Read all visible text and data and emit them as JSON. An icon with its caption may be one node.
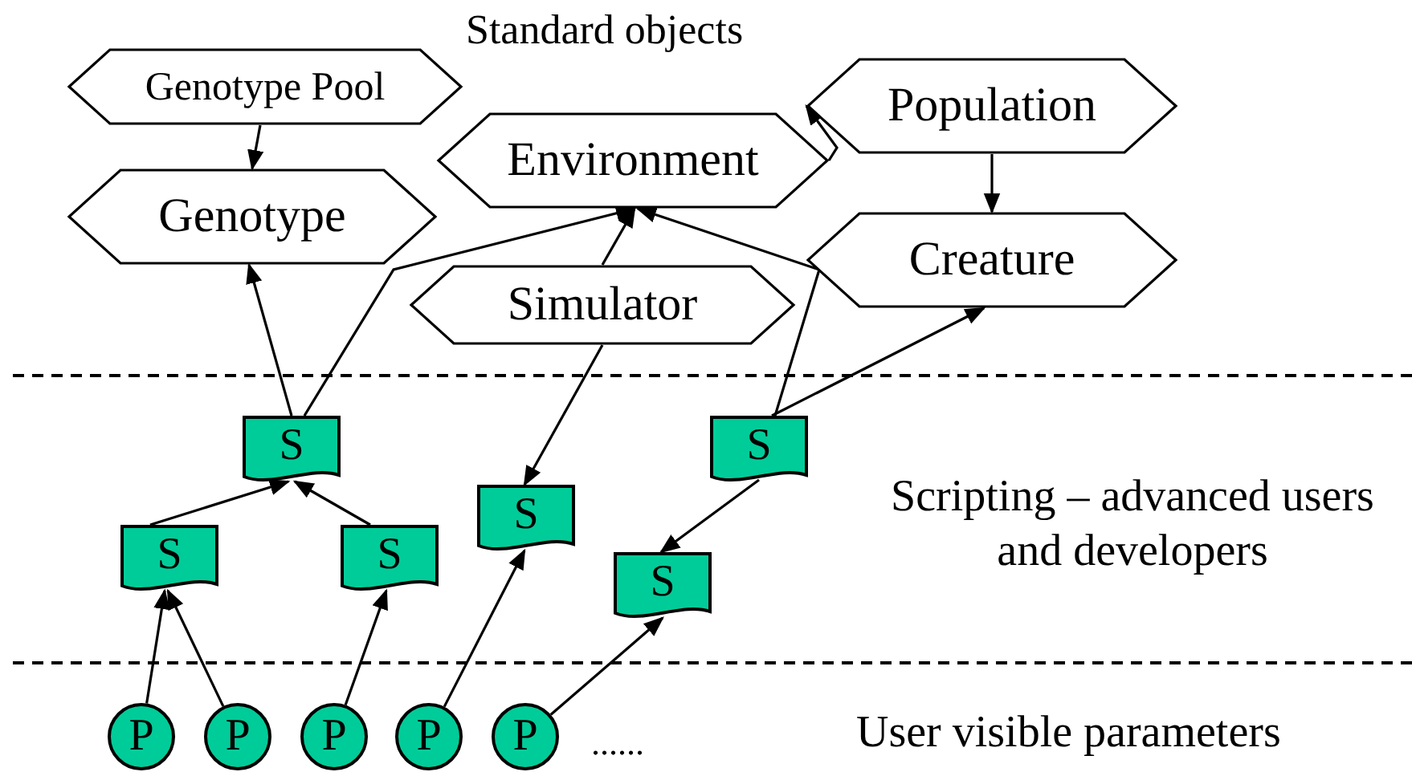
{
  "diagram": {
    "title": "Standard objects",
    "nodes": [
      {
        "text": [
          "Genotype Pool"
        ]
      },
      {
        "text": [
          "Genotype"
        ]
      },
      {
        "text": [
          "Environment"
        ]
      },
      {
        "text": [
          "Population"
        ]
      },
      {
        "text": [
          "Creature"
        ]
      },
      {
        "text": [
          "Simulator"
        ]
      },
      {
        "text": [
          "S"
        ]
      },
      {
        "text": [
          "S"
        ]
      },
      {
        "text": [
          "S"
        ]
      },
      {
        "text": [
          "S"
        ]
      },
      {
        "text": [
          "S"
        ]
      },
      {
        "text": [
          "S"
        ]
      },
      {
        "text": [
          "P"
        ]
      },
      {
        "text": [
          "P"
        ]
      },
      {
        "text": [
          "P"
        ]
      },
      {
        "text": [
          "P"
        ]
      },
      {
        "text": [
          "P"
        ]
      }
    ],
    "edges": [
      {
        "from": 0,
        "to": 1,
        "arrow": "to"
      },
      {
        "from": 6,
        "to": 1,
        "arrow": "to"
      },
      {
        "from": 6,
        "to": 2,
        "arrow": "to"
      },
      {
        "from": 5,
        "to": 2,
        "arrow": "to"
      },
      {
        "from": 5,
        "to": 9,
        "arrow": "to"
      },
      {
        "from": 10,
        "to": 2,
        "arrow": "to"
      },
      {
        "from": 10,
        "to": 4,
        "arrow": "to"
      },
      {
        "from": 10,
        "to": 11,
        "arrow": "to"
      },
      {
        "from": 2,
        "to": 3,
        "arrow": "to"
      },
      {
        "from": 3,
        "to": 4,
        "arrow": "to"
      },
      {
        "from": 7,
        "to": 6,
        "arrow": "to"
      },
      {
        "from": 8,
        "to": 6,
        "arrow": "to"
      },
      {
        "from": 12,
        "to": 7,
        "arrow": "to"
      },
      {
        "from": 13,
        "to": 7,
        "arrow": "to"
      },
      {
        "from": 14,
        "to": 8,
        "arrow": "to"
      },
      {
        "from": 15,
        "to": 9,
        "arrow": "to"
      },
      {
        "from": 16,
        "to": 11,
        "arrow": "to"
      }
    ],
    "labels": [
      "Scripting – advanced users and developers",
      "User visible parameters",
      "......"
    ]
  }
}
